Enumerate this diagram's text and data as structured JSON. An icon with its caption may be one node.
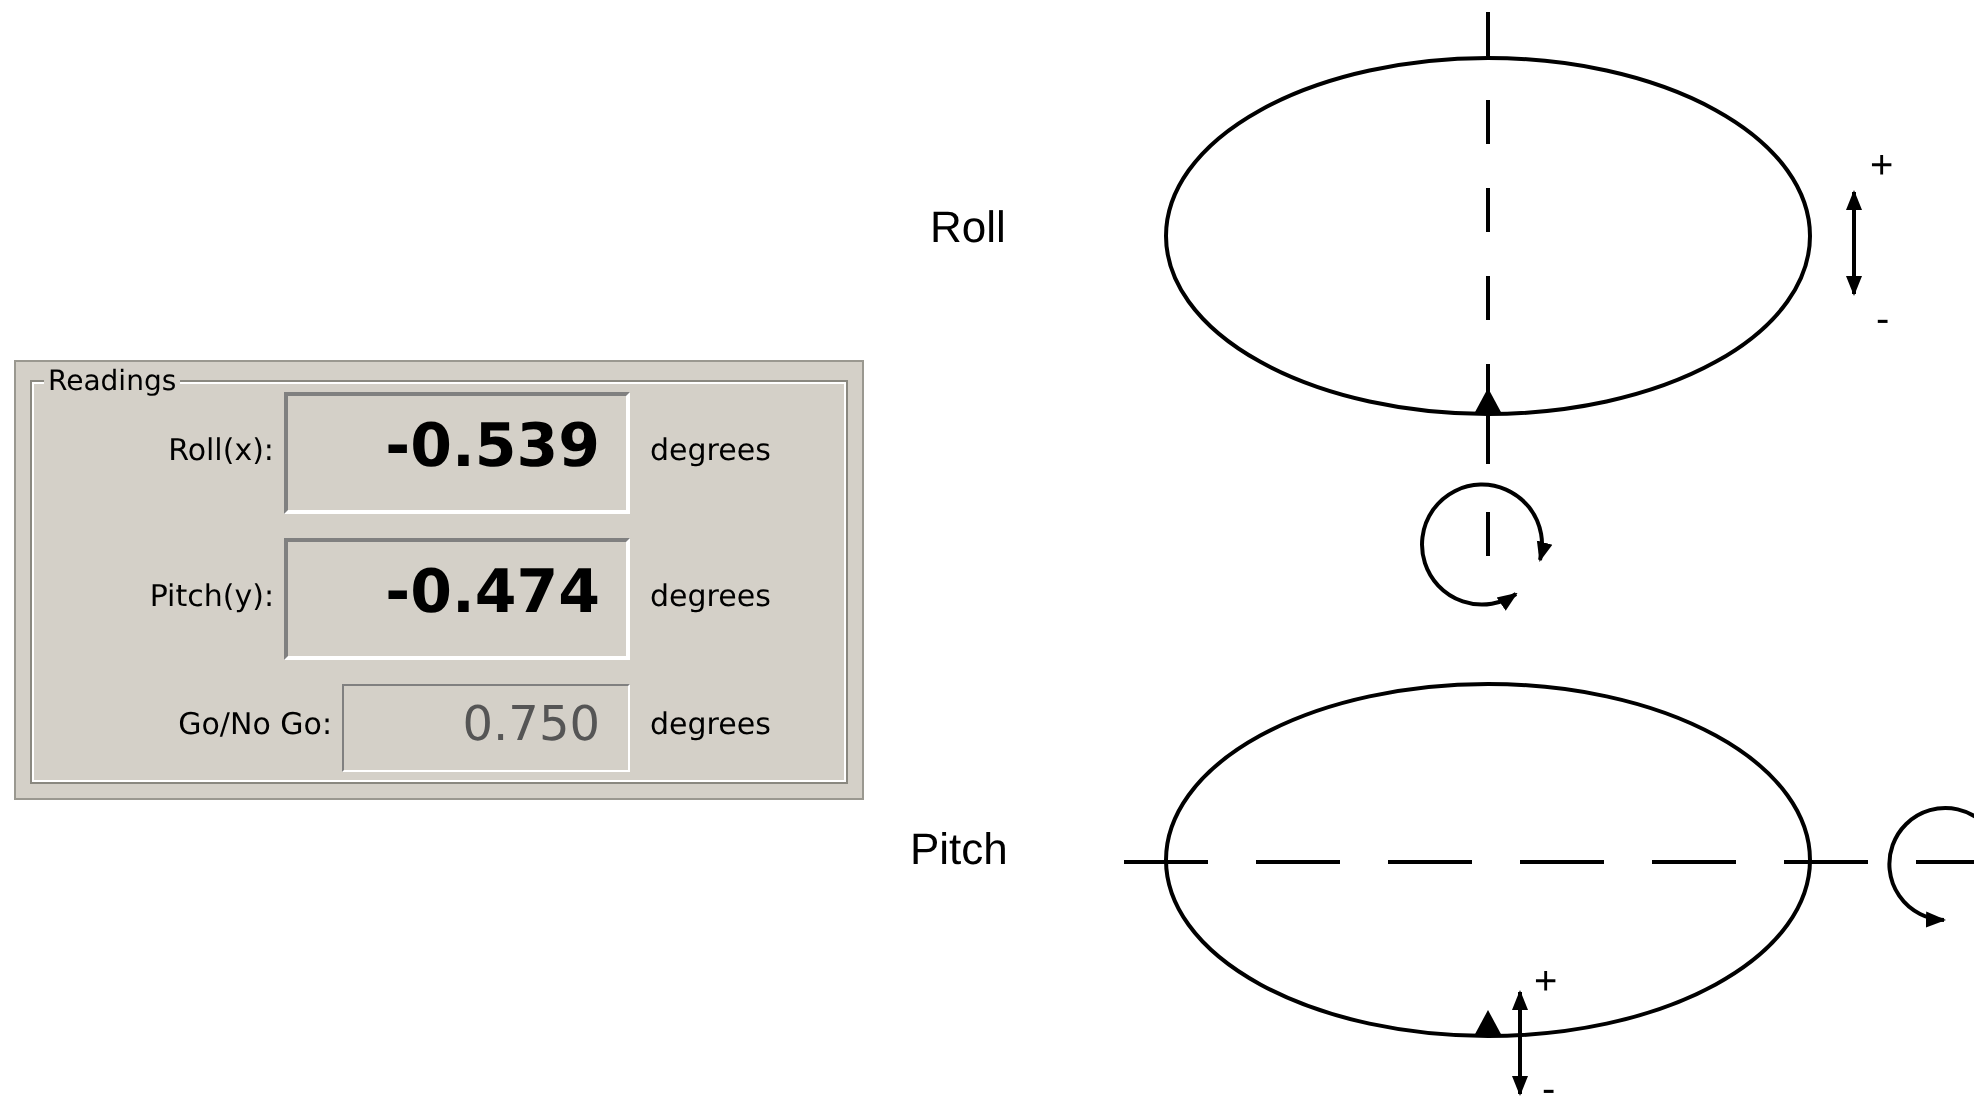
{
  "diagram": {
    "labels": [
      "Readings",
      "Roll(x):",
      "-0.539",
      "degrees",
      "Pitch(y):",
      "-0.474",
      "degrees",
      "Go/No Go:",
      "0.750",
      "degrees",
      "Roll",
      "+",
      "-",
      "Pitch",
      "+",
      "-"
    ]
  }
}
